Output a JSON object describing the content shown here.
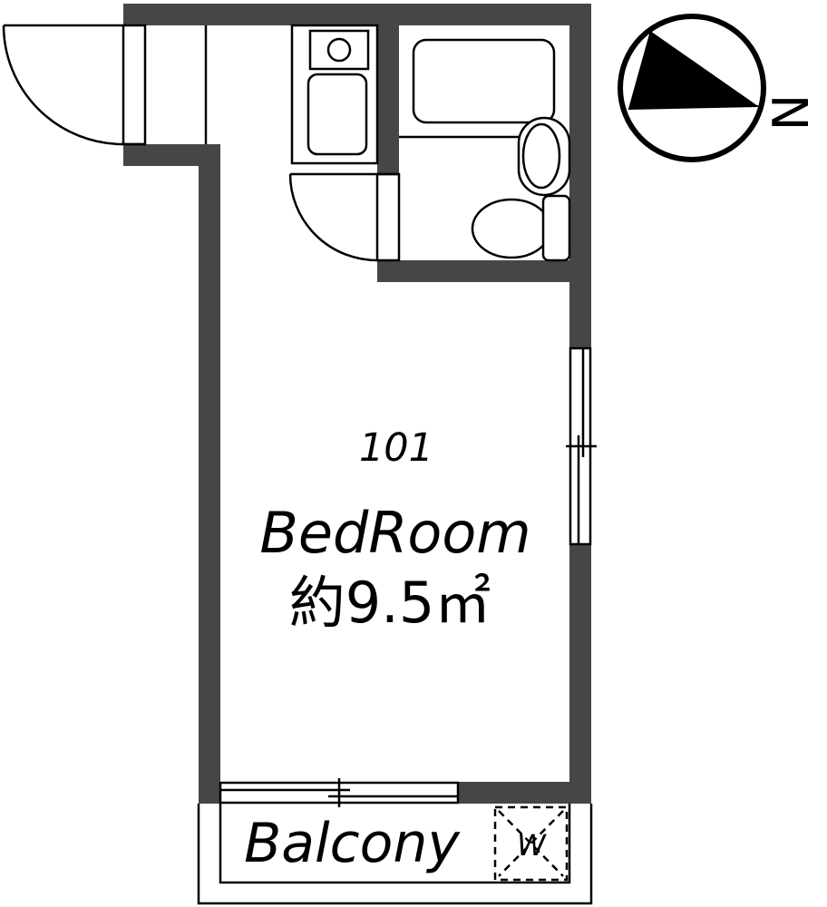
{
  "plan": {
    "unit_number": "101",
    "rooms": [
      {
        "name": "BedRoom",
        "area": "約9.5㎡"
      },
      {
        "name": "Balcony"
      }
    ],
    "washer_mark": "W",
    "compass_label": "N",
    "colors": {
      "wall": "#474545",
      "line": "#000000",
      "background": "#ffffff"
    },
    "fixtures": [
      "entrance-door",
      "kitchen-sink",
      "stove",
      "bathroom-door",
      "bathtub",
      "washbasin",
      "toilet",
      "window",
      "sliding-door",
      "washer-space",
      "compass"
    ]
  }
}
